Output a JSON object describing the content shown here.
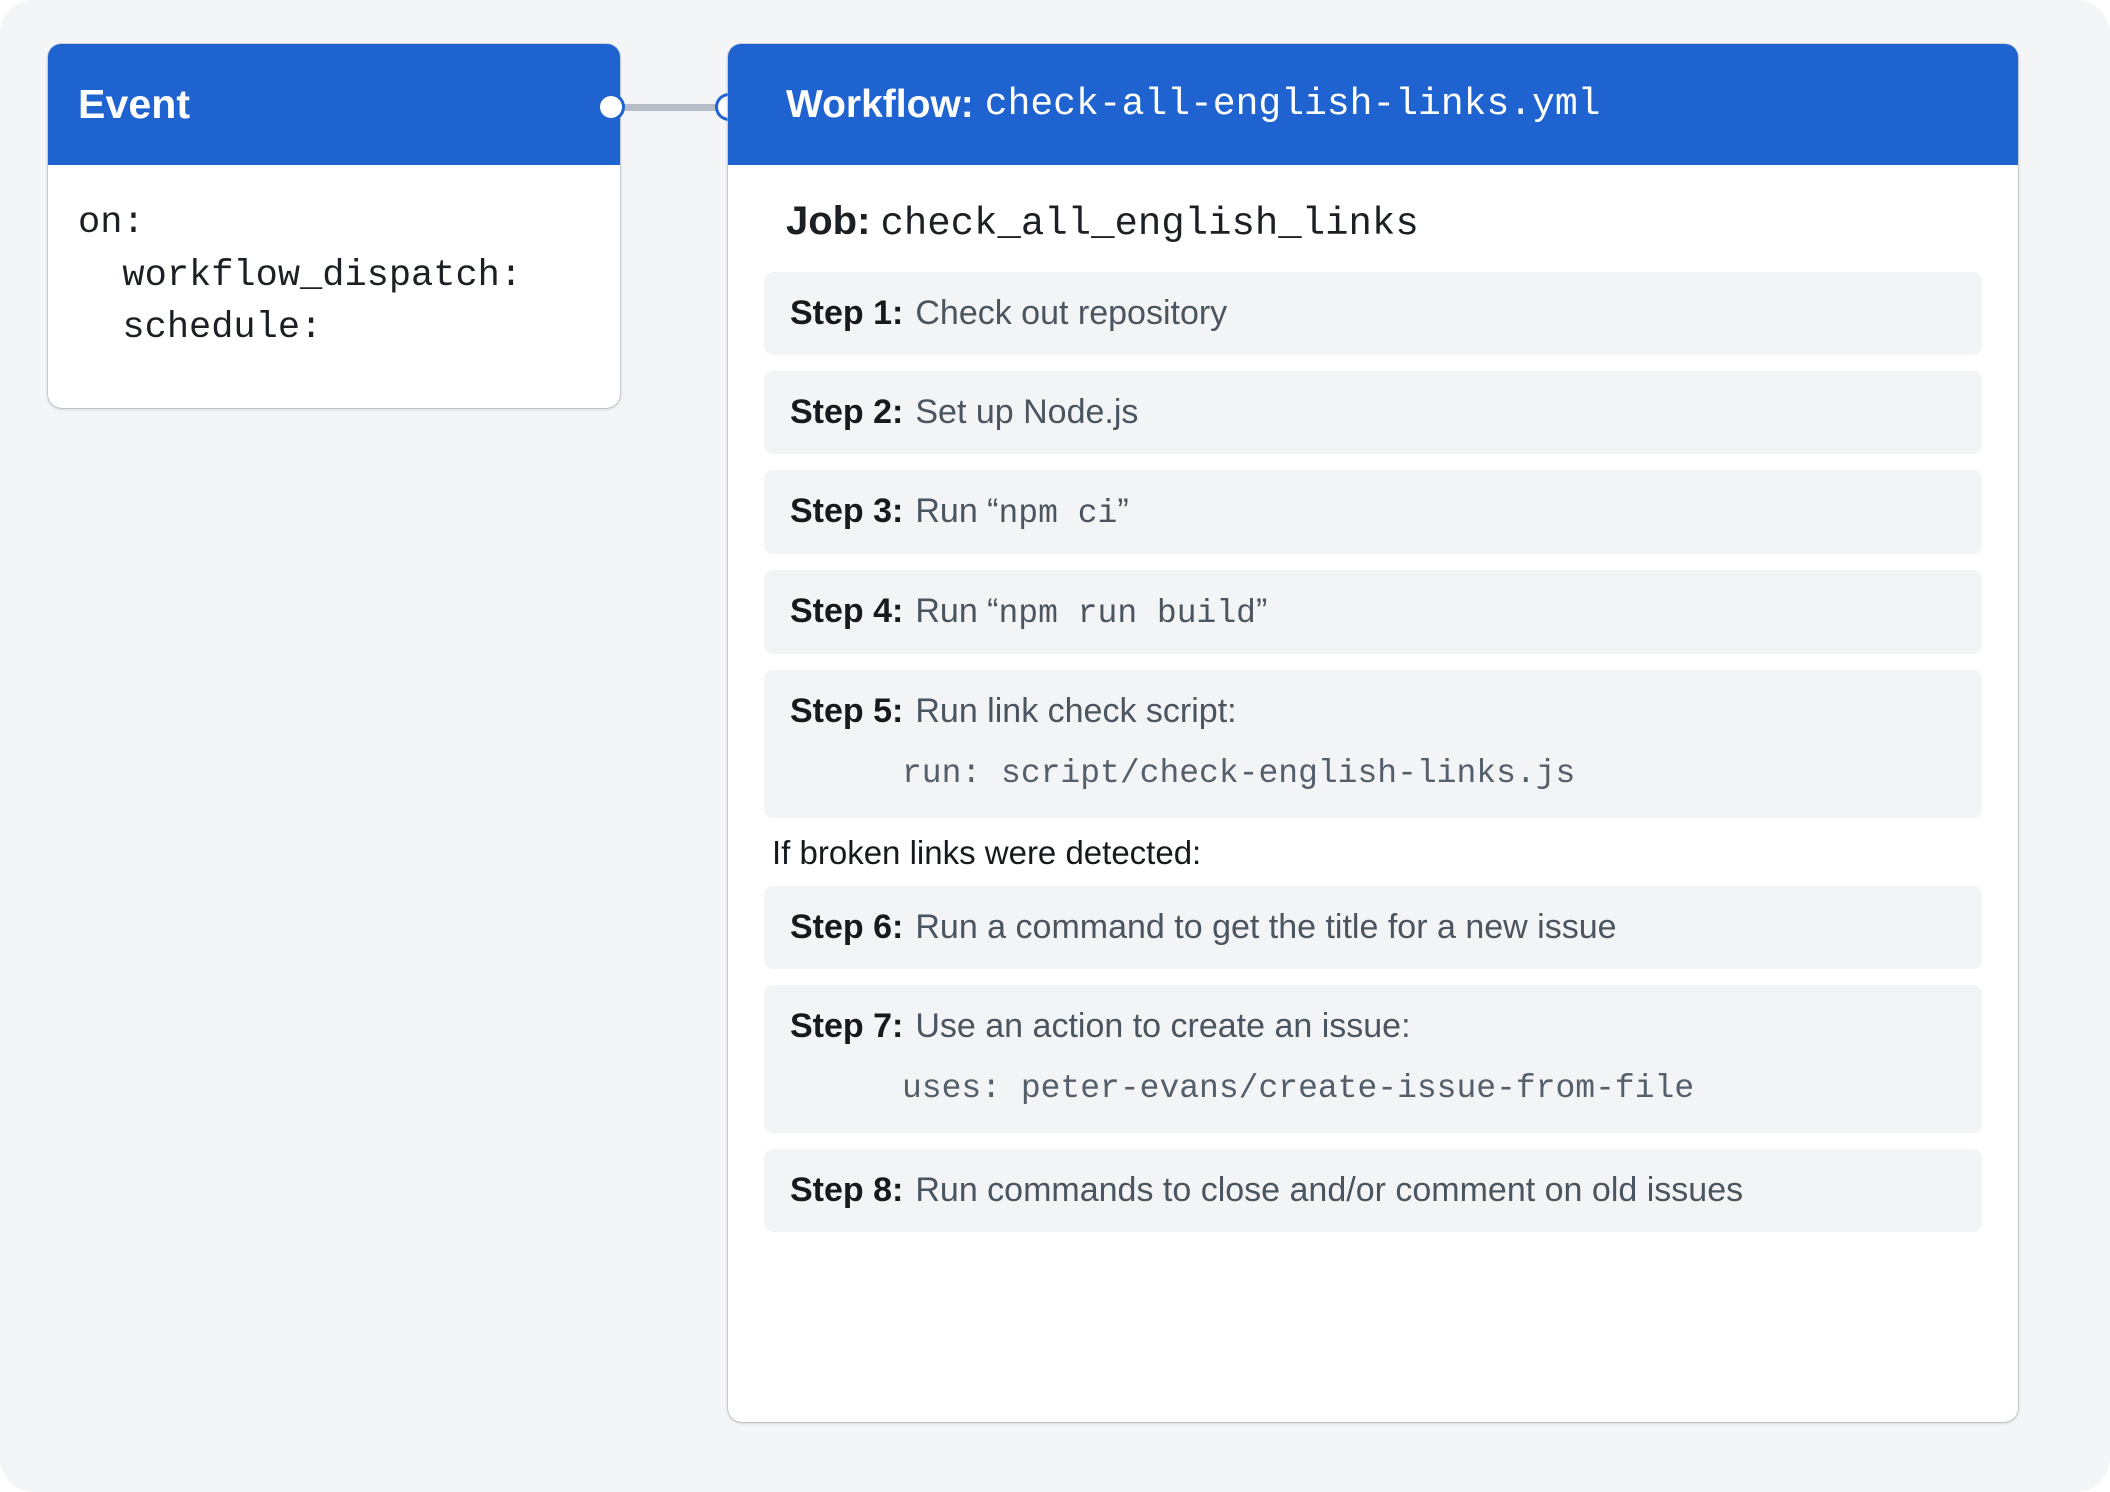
{
  "canvas": {
    "background": "#f4f5f7",
    "accent": "#1f63d1",
    "step_background": "#f3f4f6",
    "muted_text": "#4a5560"
  },
  "event_node": {
    "title": "Event",
    "code": "on:\n  workflow_dispatch:\n  schedule:"
  },
  "connector": {
    "left_port": "connection-port",
    "right_port": "connection-port"
  },
  "workflow_node": {
    "header_key": "Workflow:",
    "header_value": "check-all-english-links.yml",
    "job_key": "Job:",
    "job_value": "check_all_english_links",
    "conditional_note": "If broken links were detected:",
    "steps": [
      {
        "label": "Step 1:",
        "desc_pre": "Check out repository",
        "desc_mono": "",
        "desc_post": "",
        "sub": ""
      },
      {
        "label": "Step 2:",
        "desc_pre": "Set up Node.js",
        "desc_mono": "",
        "desc_post": "",
        "sub": ""
      },
      {
        "label": "Step 3:",
        "desc_pre": "Run “",
        "desc_mono": "npm ci",
        "desc_post": "”",
        "sub": ""
      },
      {
        "label": "Step 4:",
        "desc_pre": "Run “",
        "desc_mono": "npm run build",
        "desc_post": "”",
        "sub": ""
      },
      {
        "label": "Step 5:",
        "desc_pre": "Run link check script:",
        "desc_mono": "",
        "desc_post": "",
        "sub": "run: script/check-english-links.js"
      },
      {
        "label": "Step 6:",
        "desc_pre": "Run a command to get the title for a new issue",
        "desc_mono": "",
        "desc_post": "",
        "sub": ""
      },
      {
        "label": "Step 7:",
        "desc_pre": "Use an action to create an issue:",
        "desc_mono": "",
        "desc_post": "",
        "sub": "uses: peter-evans/create-issue-from-file"
      },
      {
        "label": "Step 8:",
        "desc_pre": "Run commands to close and/or comment on old issues",
        "desc_mono": "",
        "desc_post": "",
        "sub": ""
      }
    ]
  }
}
